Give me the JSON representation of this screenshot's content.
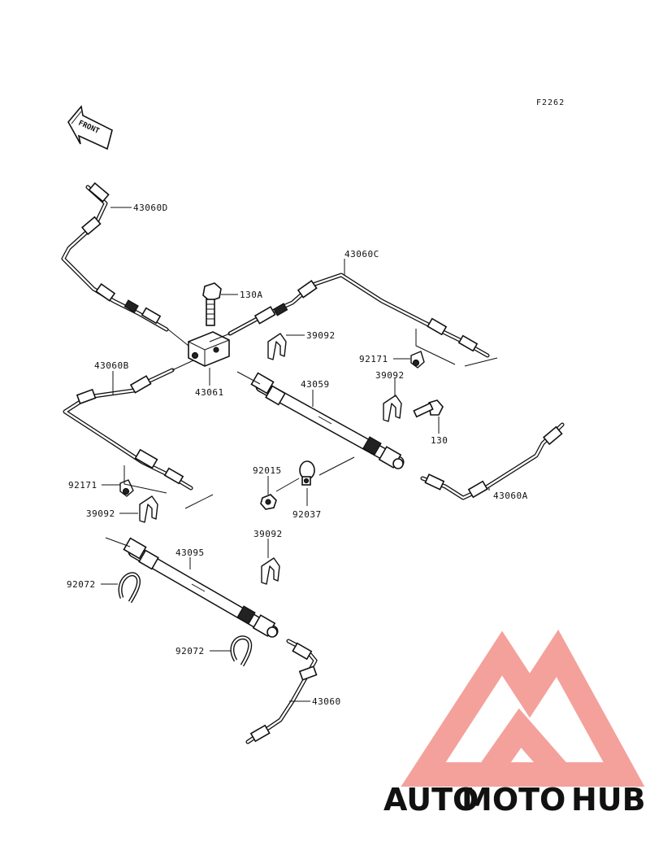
{
  "figure_ref": "F2262",
  "direction_arrow": "FRONT",
  "parts": [
    {
      "id": "43060D",
      "kind": "brake-pipe"
    },
    {
      "id": "130A",
      "kind": "bolt"
    },
    {
      "id": "43060C",
      "kind": "brake-pipe"
    },
    {
      "id": "39092",
      "kind": "clip"
    },
    {
      "id": "92171",
      "kind": "clamp"
    },
    {
      "id": "39092",
      "kind": "clip"
    },
    {
      "id": "43061",
      "kind": "joint"
    },
    {
      "id": "43060B",
      "kind": "brake-pipe"
    },
    {
      "id": "43059",
      "kind": "brake-hose"
    },
    {
      "id": "130",
      "kind": "bolt"
    },
    {
      "id": "92015",
      "kind": "nut"
    },
    {
      "id": "92037",
      "kind": "clamp"
    },
    {
      "id": "43060A",
      "kind": "brake-pipe"
    },
    {
      "id": "92171",
      "kind": "clamp"
    },
    {
      "id": "39092",
      "kind": "clip"
    },
    {
      "id": "39092",
      "kind": "clip"
    },
    {
      "id": "43095",
      "kind": "brake-hose"
    },
    {
      "id": "92072",
      "kind": "band"
    },
    {
      "id": "92072",
      "kind": "band"
    },
    {
      "id": "43060",
      "kind": "brake-pipe"
    }
  ],
  "watermark": {
    "word_1": "AUTO",
    "word_2": "MOTO",
    "word_3": "HUB",
    "colors": {
      "auto": "#f8c69a",
      "moto": "#f4a19c",
      "hub": "#9c9c9c"
    }
  }
}
